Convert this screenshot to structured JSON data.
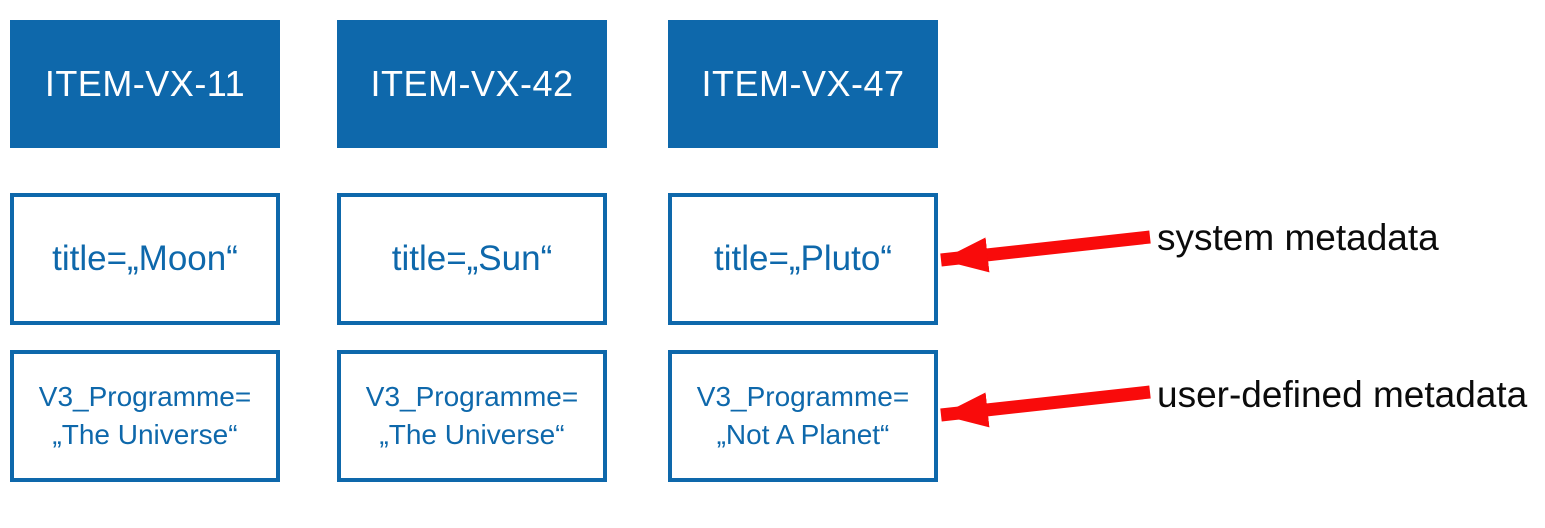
{
  "diagram": {
    "items": [
      {
        "id": "ITEM-VX-11",
        "system_metadata": "title=„Moon“",
        "user_metadata_line1": "V3_Programme=",
        "user_metadata_line2": "„The Universe“"
      },
      {
        "id": "ITEM-VX-42",
        "system_metadata": "title=„Sun“",
        "user_metadata_line1": "V3_Programme=",
        "user_metadata_line2": "„The Universe“"
      },
      {
        "id": "ITEM-VX-47",
        "system_metadata": "title=„Pluto“",
        "user_metadata_line1": "V3_Programme=",
        "user_metadata_line2": "„Not A Planet“"
      }
    ],
    "annotations": {
      "system": "system metadata",
      "user": "user-defined metadata"
    },
    "colors": {
      "blue": "#0E68AB",
      "red": "#F90B0B",
      "label_black": "#0b0b0b",
      "header_text": "#ffffff",
      "bg": "#ffffff"
    }
  }
}
